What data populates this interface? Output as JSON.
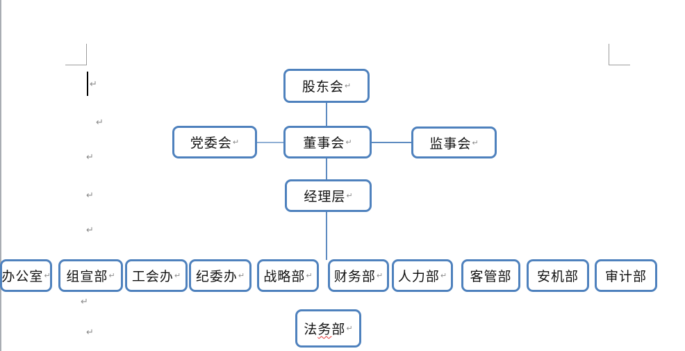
{
  "symbols": {
    "return_mark": "↵"
  },
  "colors": {
    "box_border": "#4E81BD",
    "connector": "#5E8BC0",
    "connector_light": "#8FAFD4",
    "formatting_marks": "#8A8A8A",
    "spellcheck_underline": "#E03030",
    "page_background": "#FFFFFF",
    "page_edge_line": "#A9ADB3"
  },
  "org": {
    "nodes": {
      "shareholders": {
        "label": "股东会"
      },
      "party_committee": {
        "label": "党委会"
      },
      "board": {
        "label": "董事会"
      },
      "supervisors": {
        "label": "监事会"
      },
      "management": {
        "label": "经理层"
      },
      "office": {
        "label": "办公室"
      },
      "zuxuan": {
        "label": "组宣部"
      },
      "union_office": {
        "label": "工会办"
      },
      "jiwei": {
        "label": "纪委办"
      },
      "strategy": {
        "label": "战略部"
      },
      "finance": {
        "label": "财务部"
      },
      "hr": {
        "label": "人力部"
      },
      "keguan": {
        "label": "客管部"
      },
      "anji": {
        "label": "安机部"
      },
      "audit": {
        "label": "审计部"
      },
      "legal": {
        "label": "法务部",
        "chars": [
          "法",
          "务",
          "部"
        ],
        "misspelled_char_index": 1
      }
    }
  }
}
